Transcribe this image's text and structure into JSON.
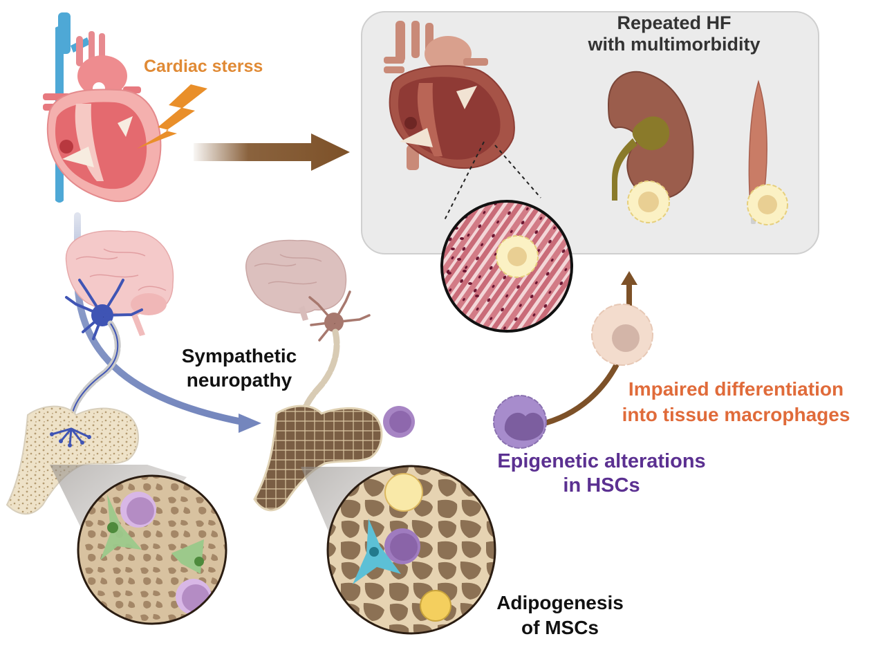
{
  "figure": {
    "type": "graphical-abstract",
    "colors": {
      "cardiac_stress": "#e08a35",
      "heading": "#333333",
      "black_text": "#111111",
      "impaired": "#e06b3a",
      "epigenetic": "#5b3091",
      "brown_arrow": "#7d5128",
      "nerve_arrow": "#7b8fc0",
      "panel_bg": "#ebebeb"
    }
  },
  "labels": {
    "cardiac_stress": "Cardiac sterss",
    "repeated_hf": {
      "line1": "Repeated HF",
      "line2": "with multimorbidity"
    },
    "sympathetic": {
      "line1": "Sympathetic",
      "line2": "neuropathy"
    },
    "impaired": {
      "line1": "Impaired differentiation",
      "line2": "into tissue macrophages"
    },
    "epigenetic": {
      "line1": "Epigenetic alterations",
      "line2": "in HSCs"
    },
    "adipogenesis": {
      "line1": "Adipogenesis",
      "line2": "of MSCs"
    }
  },
  "icons": {
    "healthy_heart": "heart-icon",
    "lightning": "lightning-bolt-icon",
    "failing_heart": "heart-icon",
    "kidney": "kidney-icon",
    "muscle": "muscle-icon",
    "brain_healthy": "brain-icon",
    "brain_aged": "brain-icon",
    "bone_healthy": "femur-bone-icon",
    "bone_diseased": "femur-bone-icon",
    "hsc": "stem-cell-icon",
    "monocyte": "monocyte-icon",
    "macrophage": "macrophage-icon"
  }
}
